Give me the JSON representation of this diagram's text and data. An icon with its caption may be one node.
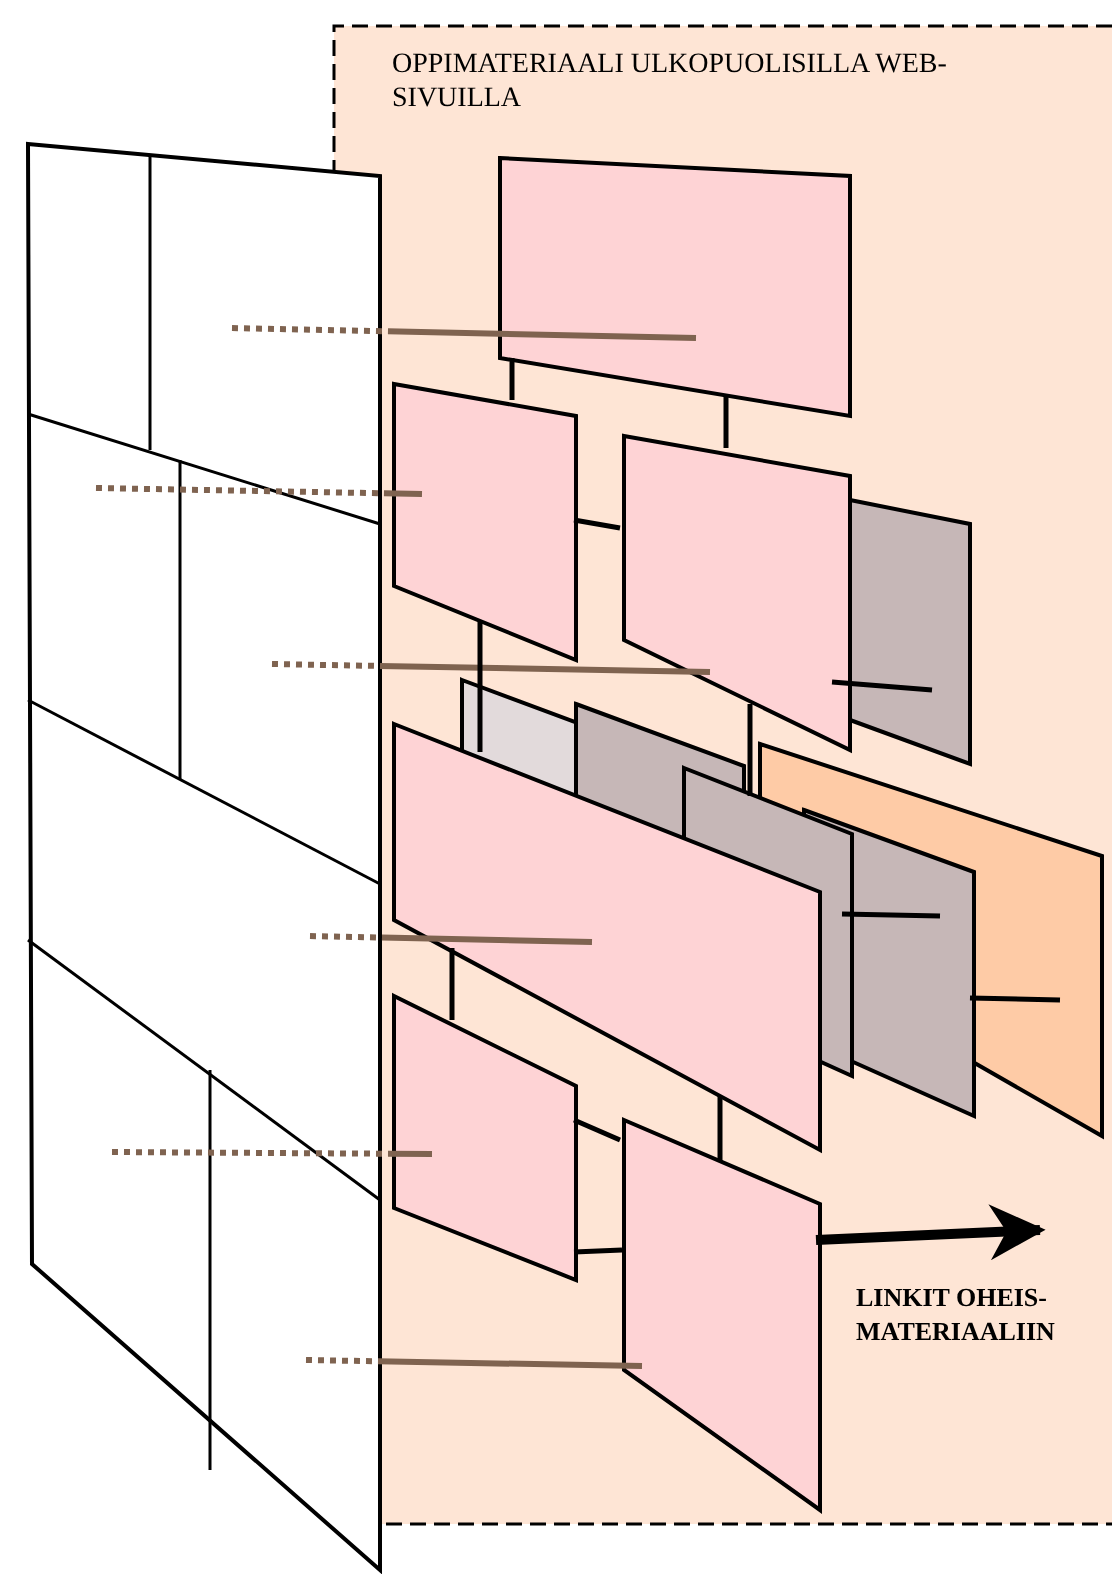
{
  "diagram": {
    "nodes": [
      {
        "text": [
          "OPPIMATERIAALI ULKOPUOLISILLA WEB-SIVUILLA"
        ]
      },
      {
        "text": [],
        "shape": "box"
      },
      {
        "text": [],
        "shape": "box",
        "in": 0
      },
      {
        "text": [],
        "shape": "box",
        "in": 0
      },
      {
        "text": [],
        "shape": "box",
        "in": 0
      },
      {
        "text": [],
        "shape": "box",
        "in": 0
      },
      {
        "text": [],
        "shape": "box",
        "in": 0
      },
      {
        "text": [],
        "shape": "box",
        "in": 0
      },
      {
        "text": [],
        "shape": "box",
        "in": 0
      },
      {
        "text": [],
        "shape": "box",
        "in": 0
      },
      {
        "text": [],
        "shape": "box",
        "in": 9
      },
      {
        "text": [],
        "shape": "box",
        "in": 0
      },
      {
        "text": [],
        "shape": "box",
        "in": 0
      },
      {
        "text": [],
        "shape": "box",
        "in": 0
      }
    ],
    "edges": [
      {
        "from": 1,
        "to": 2,
        "arrow": "none",
        "style": "dashed",
        "color": "#7f6350"
      },
      {
        "from": 1,
        "to": 3,
        "arrow": "none",
        "style": "dashed",
        "color": "#7f6350"
      },
      {
        "from": 1,
        "to": 4,
        "arrow": "none",
        "style": "dashed",
        "color": "#7f6350"
      },
      {
        "from": 1,
        "to": 11,
        "arrow": "none",
        "style": "dashed",
        "color": "#7f6350"
      },
      {
        "from": 1,
        "to": 12,
        "arrow": "none",
        "style": "dashed",
        "color": "#7f6350"
      },
      {
        "from": 1,
        "to": 13,
        "arrow": "none",
        "style": "dashed",
        "color": "#7f6350"
      },
      {
        "from": 2,
        "to": 3,
        "arrow": "none"
      },
      {
        "from": 2,
        "to": 4,
        "arrow": "none"
      },
      {
        "from": 3,
        "to": 4,
        "arrow": "none"
      },
      {
        "from": 3,
        "to": 6,
        "arrow": "none"
      },
      {
        "from": 4,
        "to": 8,
        "arrow": "none"
      },
      {
        "from": 4,
        "to": 5,
        "arrow": "none"
      },
      {
        "from": 8,
        "to": 10,
        "arrow": "none"
      },
      {
        "from": 10,
        "to": 9,
        "arrow": "none"
      },
      {
        "from": 11,
        "to": 12,
        "arrow": "none"
      },
      {
        "from": 11,
        "to": 13,
        "arrow": "none"
      },
      {
        "from": 12,
        "to": 13,
        "arrow": "none"
      },
      {
        "from": 12,
        "to": 13,
        "arrow": "none"
      },
      {
        "from": 13,
        "to": null,
        "arrow": "to",
        "style": "thick",
        "label": "LINKIT OHEIS-MATERIAALIIN"
      }
    ]
  }
}
